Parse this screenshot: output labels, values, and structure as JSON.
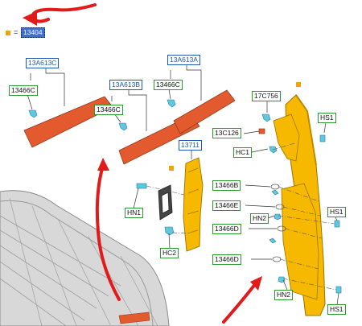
{
  "legend": {
    "symbol": "=",
    "part": "13404"
  },
  "labels": {
    "l1": "13A613C",
    "l2": "13466C",
    "l3": "13A613B",
    "l4": "13466C",
    "l5": "13A613A",
    "l6": "13466C",
    "l7": "17C756",
    "l8": "HS1",
    "l9": "13C126",
    "l10": "HC1",
    "l11": "13711",
    "l12": "13466B",
    "l13": "13466E",
    "l14": "HN2",
    "l15": "HS1",
    "l16": "13466D",
    "l17": "HN1",
    "l18": "HC2",
    "l19": "13466D",
    "l20": "HN2",
    "l21": "HS1"
  },
  "colors": {
    "lamp_red": "#e35a2f",
    "lamp_yellow": "#f7b800",
    "label_green": "#2a9a2a",
    "label_blue": "#1d59b5",
    "arrow_red": "#e11a1a",
    "clip_cyan": "#5fc8e0",
    "highlight": "#3d6fd6"
  }
}
